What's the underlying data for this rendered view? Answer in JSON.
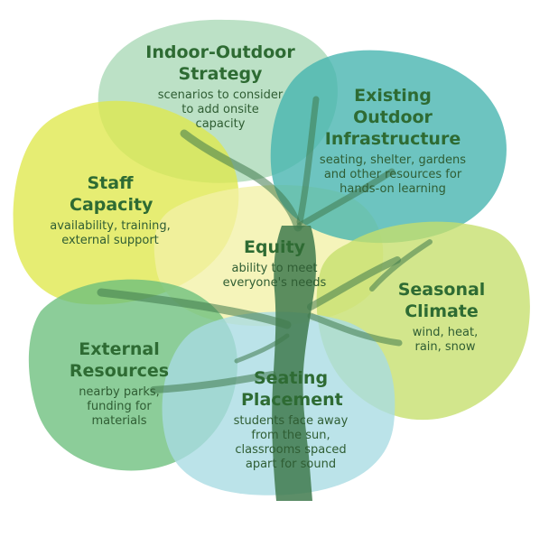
{
  "palette": {
    "trunk": "#3f7a4d",
    "title": "#2e6b33",
    "text": "#2f5d33"
  },
  "center": {
    "title": "Equity",
    "desc": "ability to meet everyone's needs",
    "color": "#f2f1a6"
  },
  "leaves": [
    {
      "id": "indoor-outdoor-strategy",
      "title": "Indoor-Outdoor Strategy",
      "desc": "scenarios to consider to add onsite capacity",
      "color": "#a9d8b6"
    },
    {
      "id": "existing-outdoor-infrastructure",
      "title": "Existing Outdoor Infrastructure",
      "desc": "seating, shelter, gardens and other resources for hands-on learning",
      "color": "#44b3ae"
    },
    {
      "id": "staff-capacity",
      "title": "Staff Capacity",
      "desc": "availability, training, external support",
      "color": "#dfe84c"
    },
    {
      "id": "seasonal-climate",
      "title": "Seasonal Climate",
      "desc": "wind, heat, rain, snow",
      "color": "#c5df6b"
    },
    {
      "id": "external-resources",
      "title": "External Resources",
      "desc": "nearby parks, funding for materials",
      "color": "#6bbf7c"
    },
    {
      "id": "seating-placement",
      "title": "Seating Placement",
      "desc": "students face away from the sun, classrooms spaced apart for sound",
      "color": "#a8dbe3"
    }
  ]
}
